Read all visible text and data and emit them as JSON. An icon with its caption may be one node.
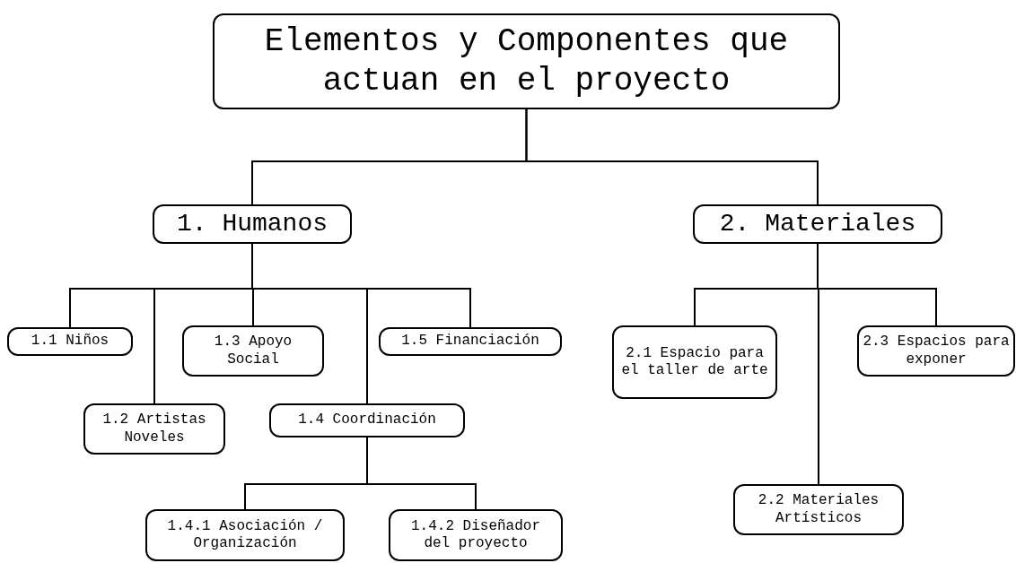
{
  "diagram": {
    "nodes": [
      {
        "text": [
          "Elementos y Componentes que actuan en el proyecto"
        ]
      },
      {
        "text": [
          "1. Humanos"
        ]
      },
      {
        "text": [
          "2. Materiales"
        ]
      },
      {
        "text": [
          "1.1 Niños"
        ]
      },
      {
        "text": [
          "1.2 Artistas Noveles"
        ]
      },
      {
        "text": [
          "1.3 Apoyo Social"
        ]
      },
      {
        "text": [
          "1.4 Coordinación"
        ]
      },
      {
        "text": [
          "1.5 Financiación"
        ]
      },
      {
        "text": [
          "1.4.1 Asociación / Organización"
        ]
      },
      {
        "text": [
          "1.4.2 Diseñador del proyecto"
        ]
      },
      {
        "text": [
          "2.1 Espacio para el taller de arte"
        ]
      },
      {
        "text": [
          "2.2 Materiales Artísticos"
        ]
      },
      {
        "text": [
          "2.3 Espacios para exponer"
        ]
      }
    ],
    "edges": [
      {
        "from": 0,
        "to": 1,
        "arrow": "none"
      },
      {
        "from": 0,
        "to": 2,
        "arrow": "none"
      },
      {
        "from": 1,
        "to": 3,
        "arrow": "none"
      },
      {
        "from": 1,
        "to": 4,
        "arrow": "none"
      },
      {
        "from": 1,
        "to": 5,
        "arrow": "none"
      },
      {
        "from": 1,
        "to": 6,
        "arrow": "none"
      },
      {
        "from": 1,
        "to": 7,
        "arrow": "none"
      },
      {
        "from": 6,
        "to": 8,
        "arrow": "none"
      },
      {
        "from": 6,
        "to": 9,
        "arrow": "none"
      },
      {
        "from": 2,
        "to": 10,
        "arrow": "none"
      },
      {
        "from": 2,
        "to": 11,
        "arrow": "none"
      },
      {
        "from": 2,
        "to": 12,
        "arrow": "none"
      }
    ]
  }
}
